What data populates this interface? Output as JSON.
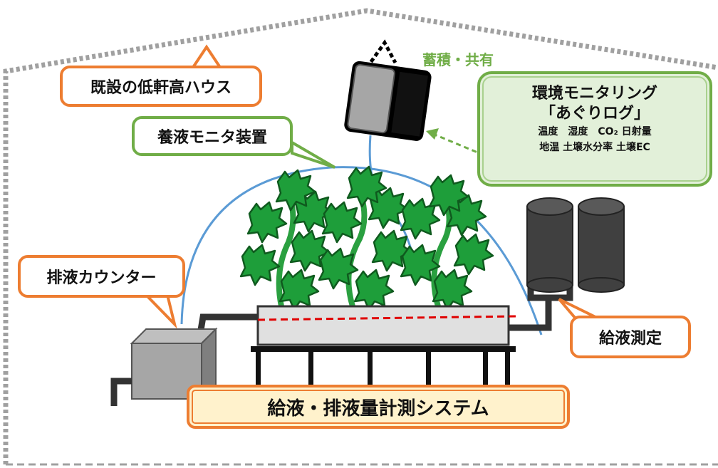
{
  "labels": {
    "house": "既設の低軒高ハウス",
    "monitor": "養液モニタ装置",
    "drain_counter": "排液カウンター",
    "supply_measure": "給液測定",
    "system": "給液・排液量計測システム",
    "share": "蓄積・共有"
  },
  "agrilog": {
    "title": "環境モニタリング",
    "subtitle": "「あぐりログ」",
    "row1": "温度　湿度　CO₂ 日射量",
    "row2": "地温 土壌水分率 土壌EC"
  },
  "colors": {
    "orange": "#ed7d31",
    "green": "#70ad47",
    "leaf": "#1e9e3a",
    "cable": "#5b9bd5",
    "tank": "#404040"
  }
}
